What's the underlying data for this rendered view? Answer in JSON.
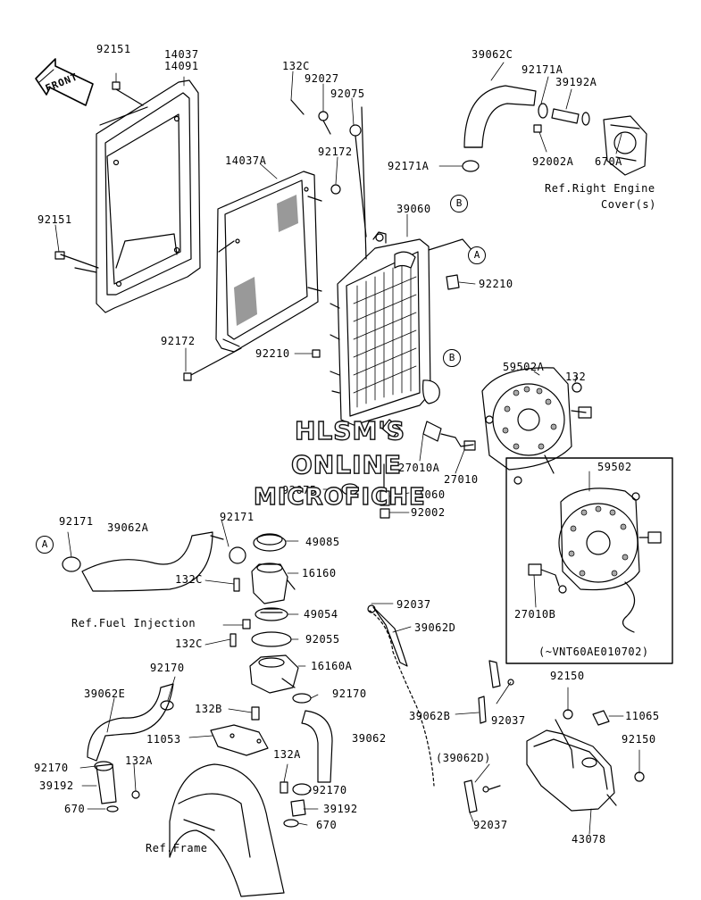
{
  "front_arrow": "FRONT",
  "watermark": {
    "line1": "HLSM'S",
    "line2": "ONLINE",
    "line3": "MICROFICHE"
  },
  "refs": {
    "A": "A",
    "B": "B"
  },
  "labels": {
    "p92151_top": "92151",
    "p14037": "14037",
    "p14091": "14091",
    "p92151_left": "92151",
    "p132C": "132C",
    "p92027": "92027",
    "p92075_top": "92075",
    "p92172_top": "92172",
    "p14037A": "14037A",
    "p92172_bot": "92172",
    "p39062C": "39062C",
    "p92171A_top": "92171A",
    "p39192A": "39192A",
    "p92171A": "92171A",
    "p92002A": "92002A",
    "p670A": "670A",
    "ref_right_engine_1": "Ref.Right Engine",
    "ref_right_engine_2": "Cover(s)",
    "p39060": "39060",
    "p92210_right": "92210",
    "p92210_left": "92210",
    "p132": "132",
    "p59502A": "59502A",
    "p27010A": "27010A",
    "p27010": "27010",
    "p92075_mid": "92075",
    "p11060": "11060",
    "p92002": "92002",
    "p59502": "59502",
    "p27010B": "27010B",
    "vnt": "(~VNT60AE010702)",
    "p92171_left": "92171",
    "p39062A": "39062A",
    "p92171_mid": "92171",
    "p49085": "49085",
    "p132C_mid": "132C",
    "p16160": "16160",
    "p92037_top": "92037",
    "ref_fuel": "Ref.Fuel Injection",
    "p49054": "49054",
    "p39062D": "39062D",
    "p132C_low": "132C",
    "p92055": "92055",
    "p16160A": "16160A",
    "p92170_a": "92170",
    "p92170_b": "92170",
    "p39062E": "39062E",
    "p132B": "132B",
    "p11053": "11053",
    "p39062": "39062",
    "p39062B": "39062B",
    "p92037_mid": "92037",
    "p92150_top": "92150",
    "p11065": "11065",
    "p92150_bot": "92150",
    "p39062D_paren": "(39062D)",
    "p92170_c": "92170",
    "p132A_left": "132A",
    "p39192_left": "39192",
    "p670_left": "670",
    "p132A_mid": "132A",
    "p92170_d": "92170",
    "p39192_mid": "39192",
    "p670_mid": "670",
    "p92037_bot": "92037",
    "p43078": "43078",
    "ref_frame": "Ref.Frame"
  }
}
